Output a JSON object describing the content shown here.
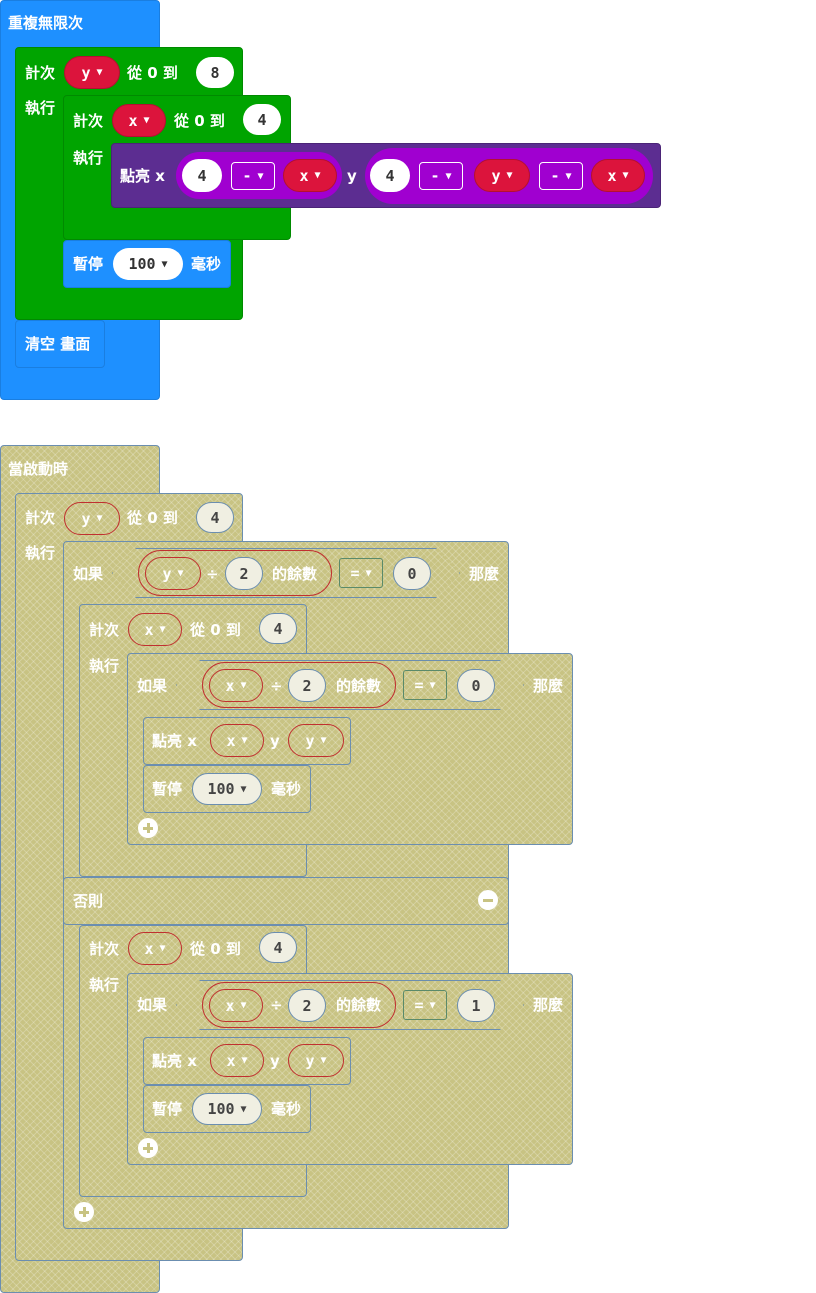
{
  "forever_block": {
    "title": "重複無限次",
    "outer_loop": {
      "for_label": "計次",
      "var": "y",
      "from_label": "從 0 到",
      "to": "8",
      "do_label": "執行"
    },
    "inner_loop": {
      "for_label": "計次",
      "var": "x",
      "from_label": "從 0 到",
      "to": "4",
      "do_label": "執行"
    },
    "plot": {
      "label": "點亮 x",
      "x_num": "4",
      "x_op": "-",
      "x_var": "x",
      "y_label": "y",
      "y_num": "4",
      "y_op1": "-",
      "y_var": "y",
      "y_op2": "-",
      "y_var2": "x"
    },
    "pause": {
      "label": "暫停",
      "value": "100",
      "unit": "毫秒"
    },
    "clear": {
      "label": "清空 畫面"
    }
  },
  "start_block": {
    "title": "當啟動時",
    "outer_loop": {
      "for_label": "計次",
      "var": "y",
      "from_label": "從 0 到",
      "to": "4",
      "do_label": "執行"
    },
    "if1": {
      "if_label": "如果",
      "var": "y",
      "div": "÷",
      "num": "2",
      "rem_label": "的餘數",
      "cmp": "=",
      "cmp_val": "0",
      "then_label": "那麼"
    },
    "loop_a": {
      "for_label": "計次",
      "var": "x",
      "from_label": "從 0 到",
      "to": "4",
      "do_label": "執行"
    },
    "if_a": {
      "if_label": "如果",
      "var": "x",
      "div": "÷",
      "num": "2",
      "rem_label": "的餘數",
      "cmp": "=",
      "cmp_val": "0",
      "then_label": "那麼"
    },
    "plot_a": {
      "label": "點亮 x",
      "x_var": "x",
      "y_label": "y",
      "y_var": "y"
    },
    "pause_a": {
      "label": "暫停",
      "value": "100",
      "unit": "毫秒"
    },
    "else_label": "否則",
    "loop_b": {
      "for_label": "計次",
      "var": "x",
      "from_label": "從 0 到",
      "to": "4",
      "do_label": "執行"
    },
    "if_b": {
      "if_label": "如果",
      "var": "x",
      "div": "÷",
      "num": "2",
      "rem_label": "的餘數",
      "cmp": "=",
      "cmp_val": "1",
      "then_label": "那麼"
    },
    "plot_b": {
      "label": "點亮 x",
      "x_var": "x",
      "y_label": "y",
      "y_var": "y"
    },
    "pause_b": {
      "label": "暫停",
      "value": "100",
      "unit": "毫秒"
    }
  }
}
